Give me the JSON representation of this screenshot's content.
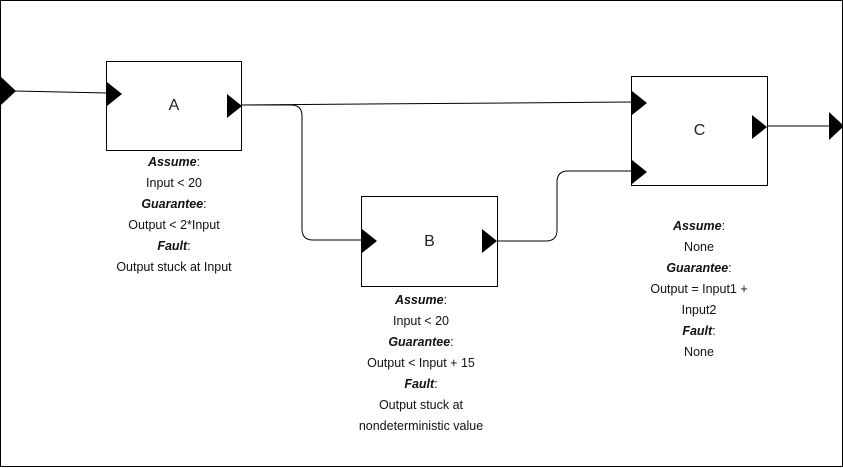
{
  "blocks": {
    "a": {
      "label": "A"
    },
    "b": {
      "label": "B"
    },
    "c": {
      "label": "C"
    }
  },
  "contracts": {
    "a": {
      "assume_key": "Assume",
      "assume": "Input < 20",
      "guarantee_key": "Guarantee",
      "guarantee": "Output < 2*Input",
      "fault_key": "Fault",
      "fault": "Output stuck at Input"
    },
    "b": {
      "assume_key": "Assume",
      "assume": "Input < 20",
      "guarantee_key": "Guarantee",
      "guarantee": "Output < Input + 15",
      "fault_key": "Fault",
      "fault_line1": "Output stuck at",
      "fault_line2": "nondeterministic value"
    },
    "c": {
      "assume_key": "Assume",
      "assume": "None",
      "guarantee_key": "Guarantee",
      "guarantee_line1": "Output = Input1 +",
      "guarantee_line2": "Input2",
      "fault_key": "Fault",
      "fault": "None"
    },
    "colon": ":"
  }
}
